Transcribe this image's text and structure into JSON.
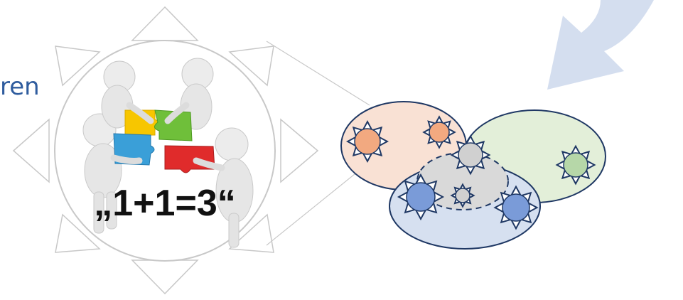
{
  "partial_text": "ren",
  "formula": "„1+1=3“",
  "colors": {
    "sun_outline": "#c8c8c8",
    "arrow": "#d4deef",
    "ellipse_orange": "#f9e1d4",
    "ellipse_green": "#e3efd9",
    "ellipse_blue": "#d6e0f0",
    "ellipse_gray": "#d9d9d9",
    "outline": "#1f3864",
    "node_orange": "#f2a980",
    "node_green": "#b6d7a8",
    "node_blue": "#7a9bd8",
    "node_gray": "#d0d0d0"
  },
  "icons": [
    "teamwork-puzzle-image",
    "sun-ray-triangle-icon",
    "star-node-icon",
    "curved-arrow-icon"
  ]
}
